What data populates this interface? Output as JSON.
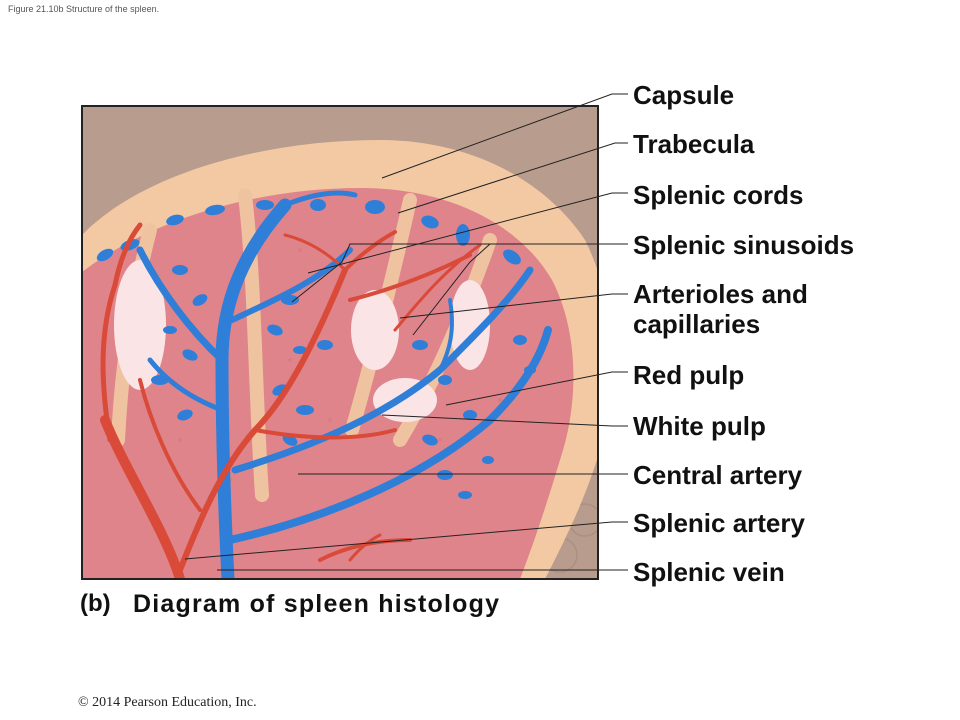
{
  "figure_caption": "Figure 21.10b  Structure of the spleen.",
  "labels": {
    "capsule": "Capsule",
    "trabecula": "Trabecula",
    "splenic_cords": "Splenic cords",
    "splenic_sinusoids": "Splenic sinusoids",
    "arterioles_line1": "Arterioles and",
    "arterioles_line2": "capillaries",
    "red_pulp": "Red pulp",
    "white_pulp": "White pulp",
    "central_artery": "Central artery",
    "splenic_artery": "Splenic artery",
    "splenic_vein": "Splenic vein"
  },
  "panel": {
    "letter": "(b)",
    "title": "Diagram of spleen histology"
  },
  "copyright": "© 2014 Pearson Education, Inc.",
  "colors": {
    "capsule": "#f2c9a3",
    "pulp": "#e0848c",
    "white_pulp": "#fae4e6",
    "artery": "#d94a38",
    "vein": "#2f7ed8",
    "background_tissue": "#b89c8e"
  }
}
